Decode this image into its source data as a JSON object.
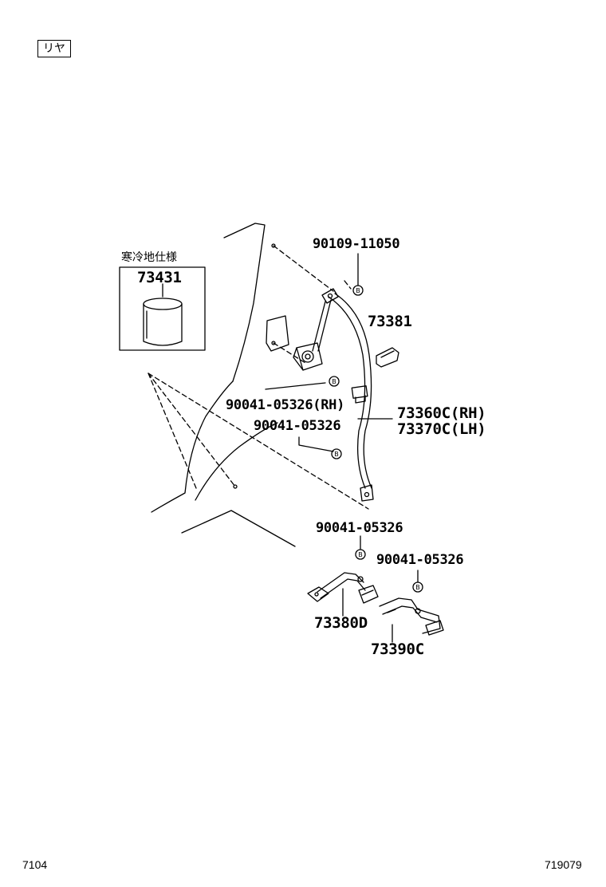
{
  "header": {
    "section_tag": "リヤ"
  },
  "option_box": {
    "note": "寒冷地仕様",
    "part": "73431"
  },
  "callouts": {
    "bolt_top": "90109-11050",
    "anchor_cover": "73381",
    "bolt_rh": "90041-05326(RH)",
    "bolt_mid": "90041-05326",
    "belt_rh": "73360C(RH)",
    "belt_lh": "73370C(LH)",
    "buckle_bolt_left": "90041-05326",
    "buckle_bolt_right": "90041-05326",
    "buckle_left": "73380D",
    "buckle_right": "73390C"
  },
  "marker_letter": "B",
  "footer": {
    "left_code": "7104",
    "right_code": "719079"
  }
}
